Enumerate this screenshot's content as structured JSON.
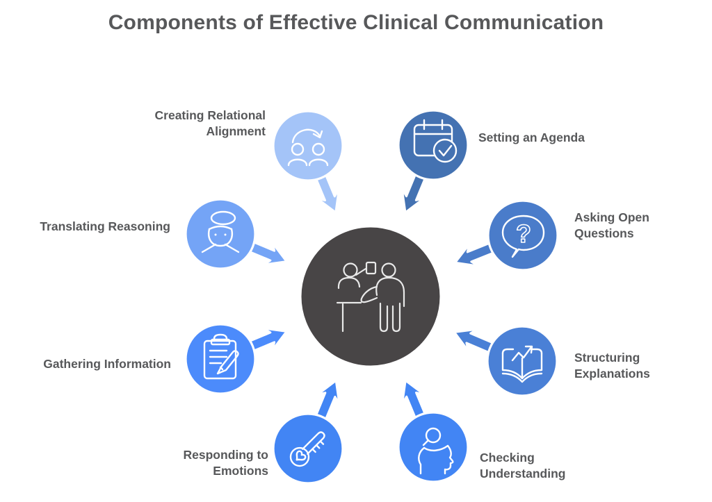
{
  "title": "Components of Effective Clinical Communication",
  "center": {
    "color": "#484546",
    "icon": "doctor-patient-icon"
  },
  "items": [
    {
      "id": "creating-relational-alignment",
      "label": "Creating Relational\nAlignment",
      "color": "#a4c4f8",
      "icon": "people-sync-icon"
    },
    {
      "id": "setting-an-agenda",
      "label": "Setting an Agenda",
      "color": "#4472b2",
      "icon": "calendar-check-icon"
    },
    {
      "id": "asking-open-questions",
      "label": "Asking Open\nQuestions",
      "color": "#4a7cca",
      "icon": "question-bubble-icon",
      "icon_glyph": "?"
    },
    {
      "id": "structuring-explanations",
      "label": "Structuring\nExplanations",
      "color": "#4a80d6",
      "icon": "book-chart-icon"
    },
    {
      "id": "checking-understanding",
      "label": "Checking\nUnderstanding",
      "color": "#4285f4",
      "icon": "head-magnifier-icon"
    },
    {
      "id": "responding-to-emotions",
      "label": "Responding to\nEmotions",
      "color": "#4285f4",
      "icon": "heart-thermometer-icon"
    },
    {
      "id": "gathering-information",
      "label": "Gathering Information",
      "color": "#4c8bfb",
      "icon": "clipboard-pencil-icon"
    },
    {
      "id": "translating-reasoning",
      "label": "Translating Reasoning",
      "color": "#74a4f6",
      "icon": "face-bubble-icon"
    }
  ]
}
